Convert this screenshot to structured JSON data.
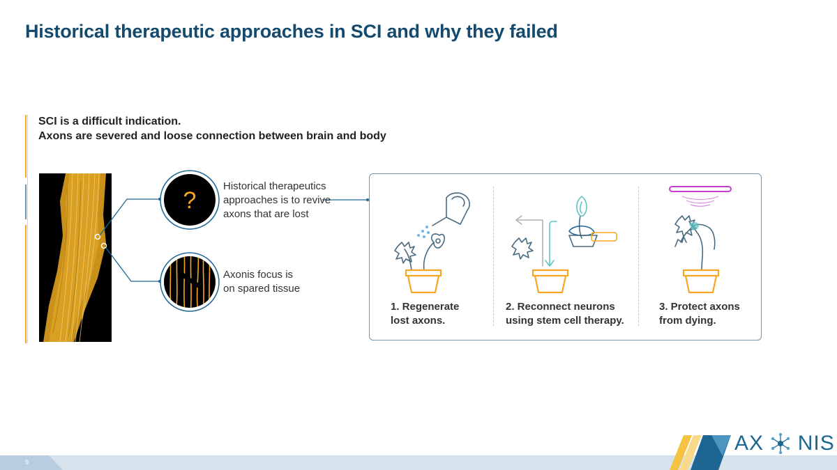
{
  "slide": {
    "title": "Historical therapeutic approaches in SCI and why they failed",
    "page_number": "9"
  },
  "intro": {
    "line1": "SCI is a difficult indication.",
    "line2": "Axons are severed and loose connection between brain and body"
  },
  "callouts": {
    "historical": {
      "symbol": "?",
      "lines": [
        "Historical therapeutics",
        "approaches is to revive",
        "axons that are lost"
      ]
    },
    "axonis": {
      "lines": [
        "Axonis focus is",
        "on spared tissue"
      ]
    }
  },
  "approaches": [
    {
      "lines": [
        "1. Regenerate",
        "lost axons."
      ],
      "icon": "watering-can-icon"
    },
    {
      "lines": [
        "2. Reconnect neurons",
        "using stem cell therapy."
      ],
      "icon": "seedling-transplant-icon"
    },
    {
      "lines": [
        "3. Protect axons",
        "from dying."
      ],
      "icon": "protective-lamp-icon"
    }
  ],
  "logo": {
    "text_left": "AX",
    "text_right": "NIS"
  },
  "colors": {
    "title": "#144a6e",
    "accent_orange": "#f5a623",
    "accent_blue": "#6f93b2",
    "logo_blue": "#1d6694",
    "pot": "#f5a623",
    "plant": "#4a6a80",
    "lamp": "#c63bd0"
  }
}
